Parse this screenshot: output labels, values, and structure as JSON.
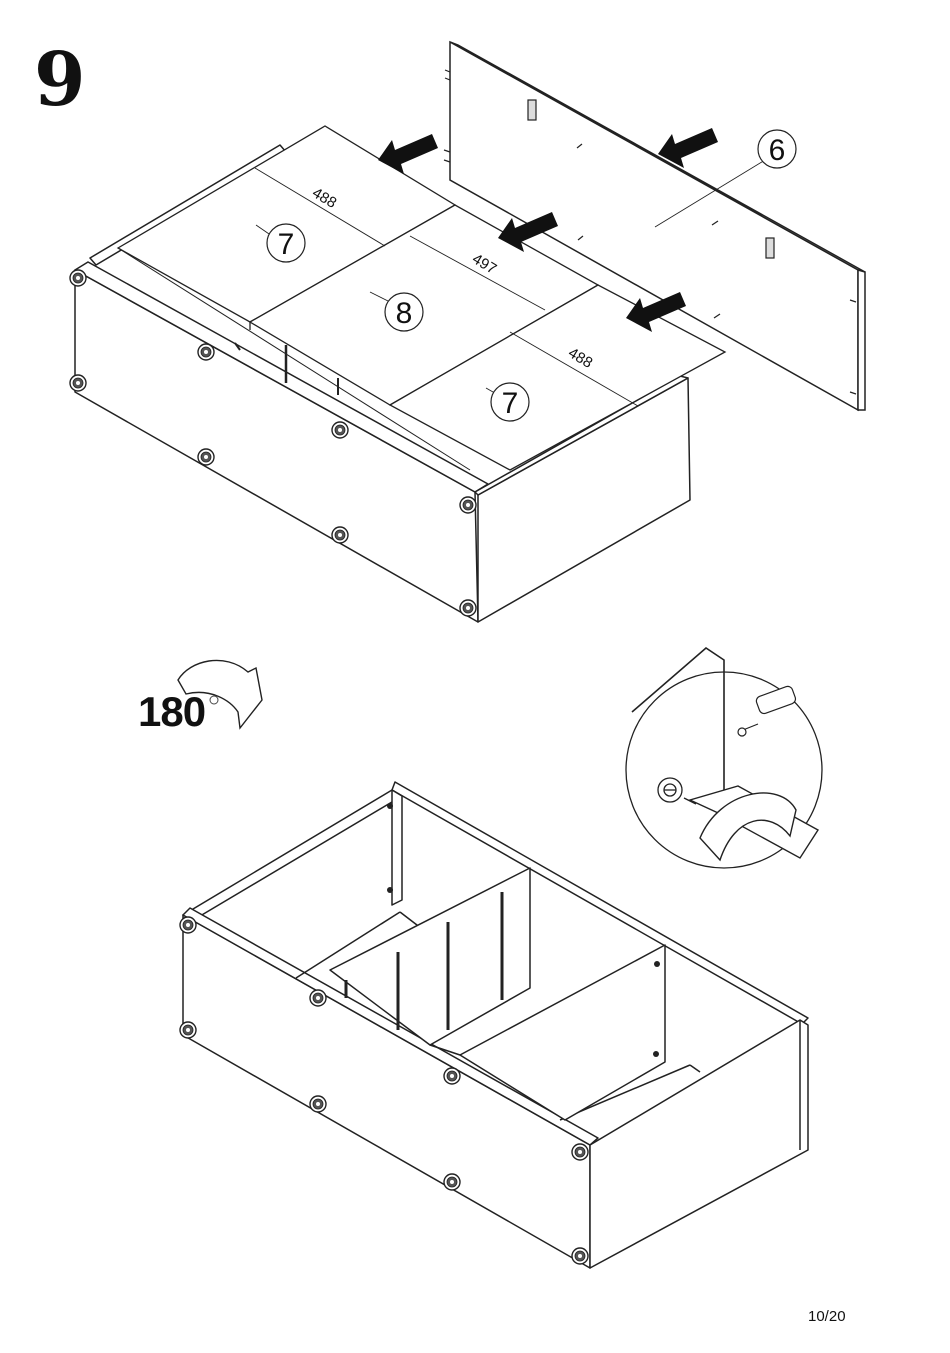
{
  "step": {
    "number": "9"
  },
  "parts": {
    "back_panel": "6",
    "side_shelf_left": "7",
    "middle_shelf": "8",
    "side_shelf_right": "7"
  },
  "dimensions": {
    "left_shelf": "488",
    "middle_shelf": "497",
    "right_shelf": "488"
  },
  "rotation": {
    "label": "180",
    "unit": "°"
  },
  "page": {
    "number": "10/20"
  },
  "icons": [
    "arrow-icon",
    "rotate-arrow-icon",
    "screwdriver-icon",
    "cam-lock-icon",
    "dowel-icon"
  ]
}
